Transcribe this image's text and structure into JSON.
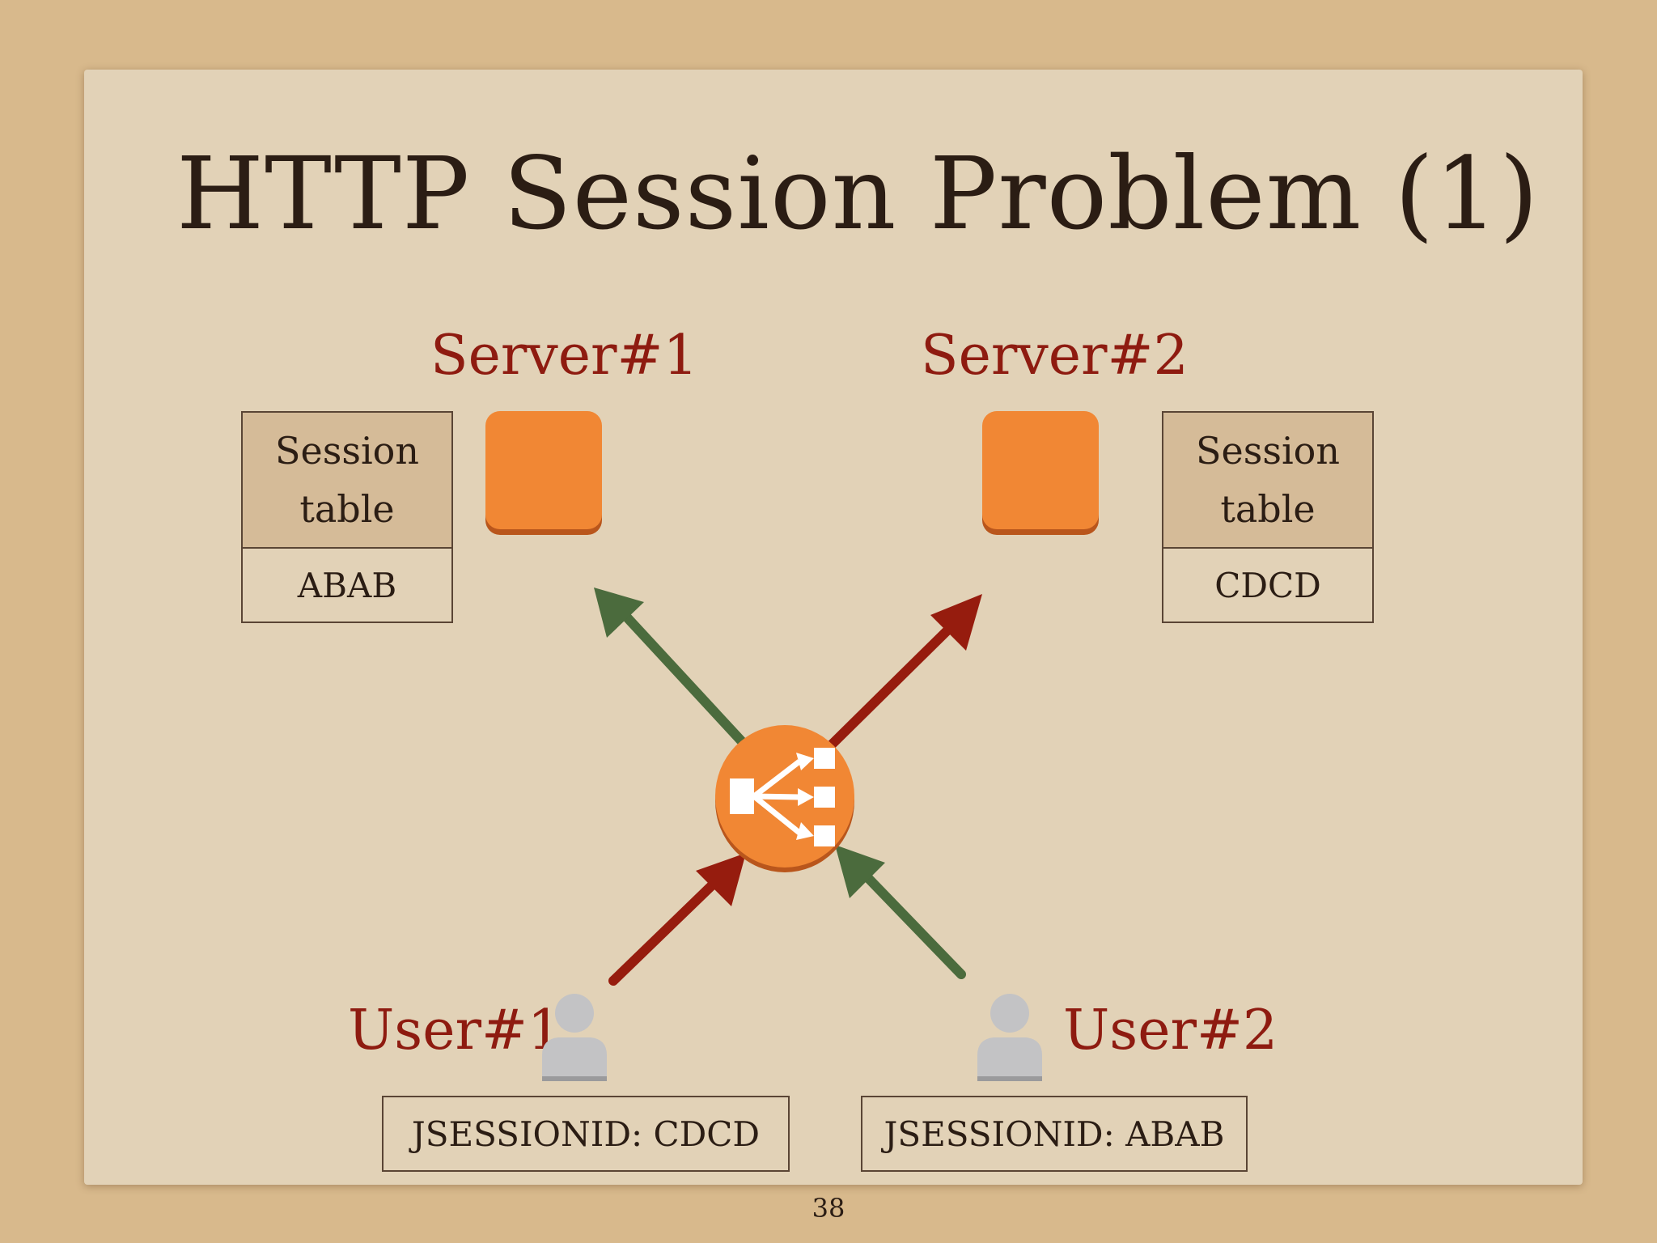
{
  "slide": {
    "title": "HTTP Session Problem (1)",
    "page_number": "38"
  },
  "servers": [
    {
      "label": "Server#1",
      "session_table_header": "Session table",
      "session_value": "ABAB"
    },
    {
      "label": "Server#2",
      "session_table_header": "Session table",
      "session_value": "CDCD"
    }
  ],
  "users": [
    {
      "label": "User#1",
      "cookie": "JSESSIONID: CDCD"
    },
    {
      "label": "User#2",
      "cookie": "JSESSIONID: ABAB"
    }
  ],
  "colors": {
    "server": "#f18734",
    "label_red": "#8e1b10",
    "arrow_red": "#961c0e",
    "arrow_green": "#4b6b3d",
    "user_icon": "#c3c3c5"
  },
  "icons": {
    "load_balancer": "load-balancer-icon",
    "user": "user-icon"
  }
}
